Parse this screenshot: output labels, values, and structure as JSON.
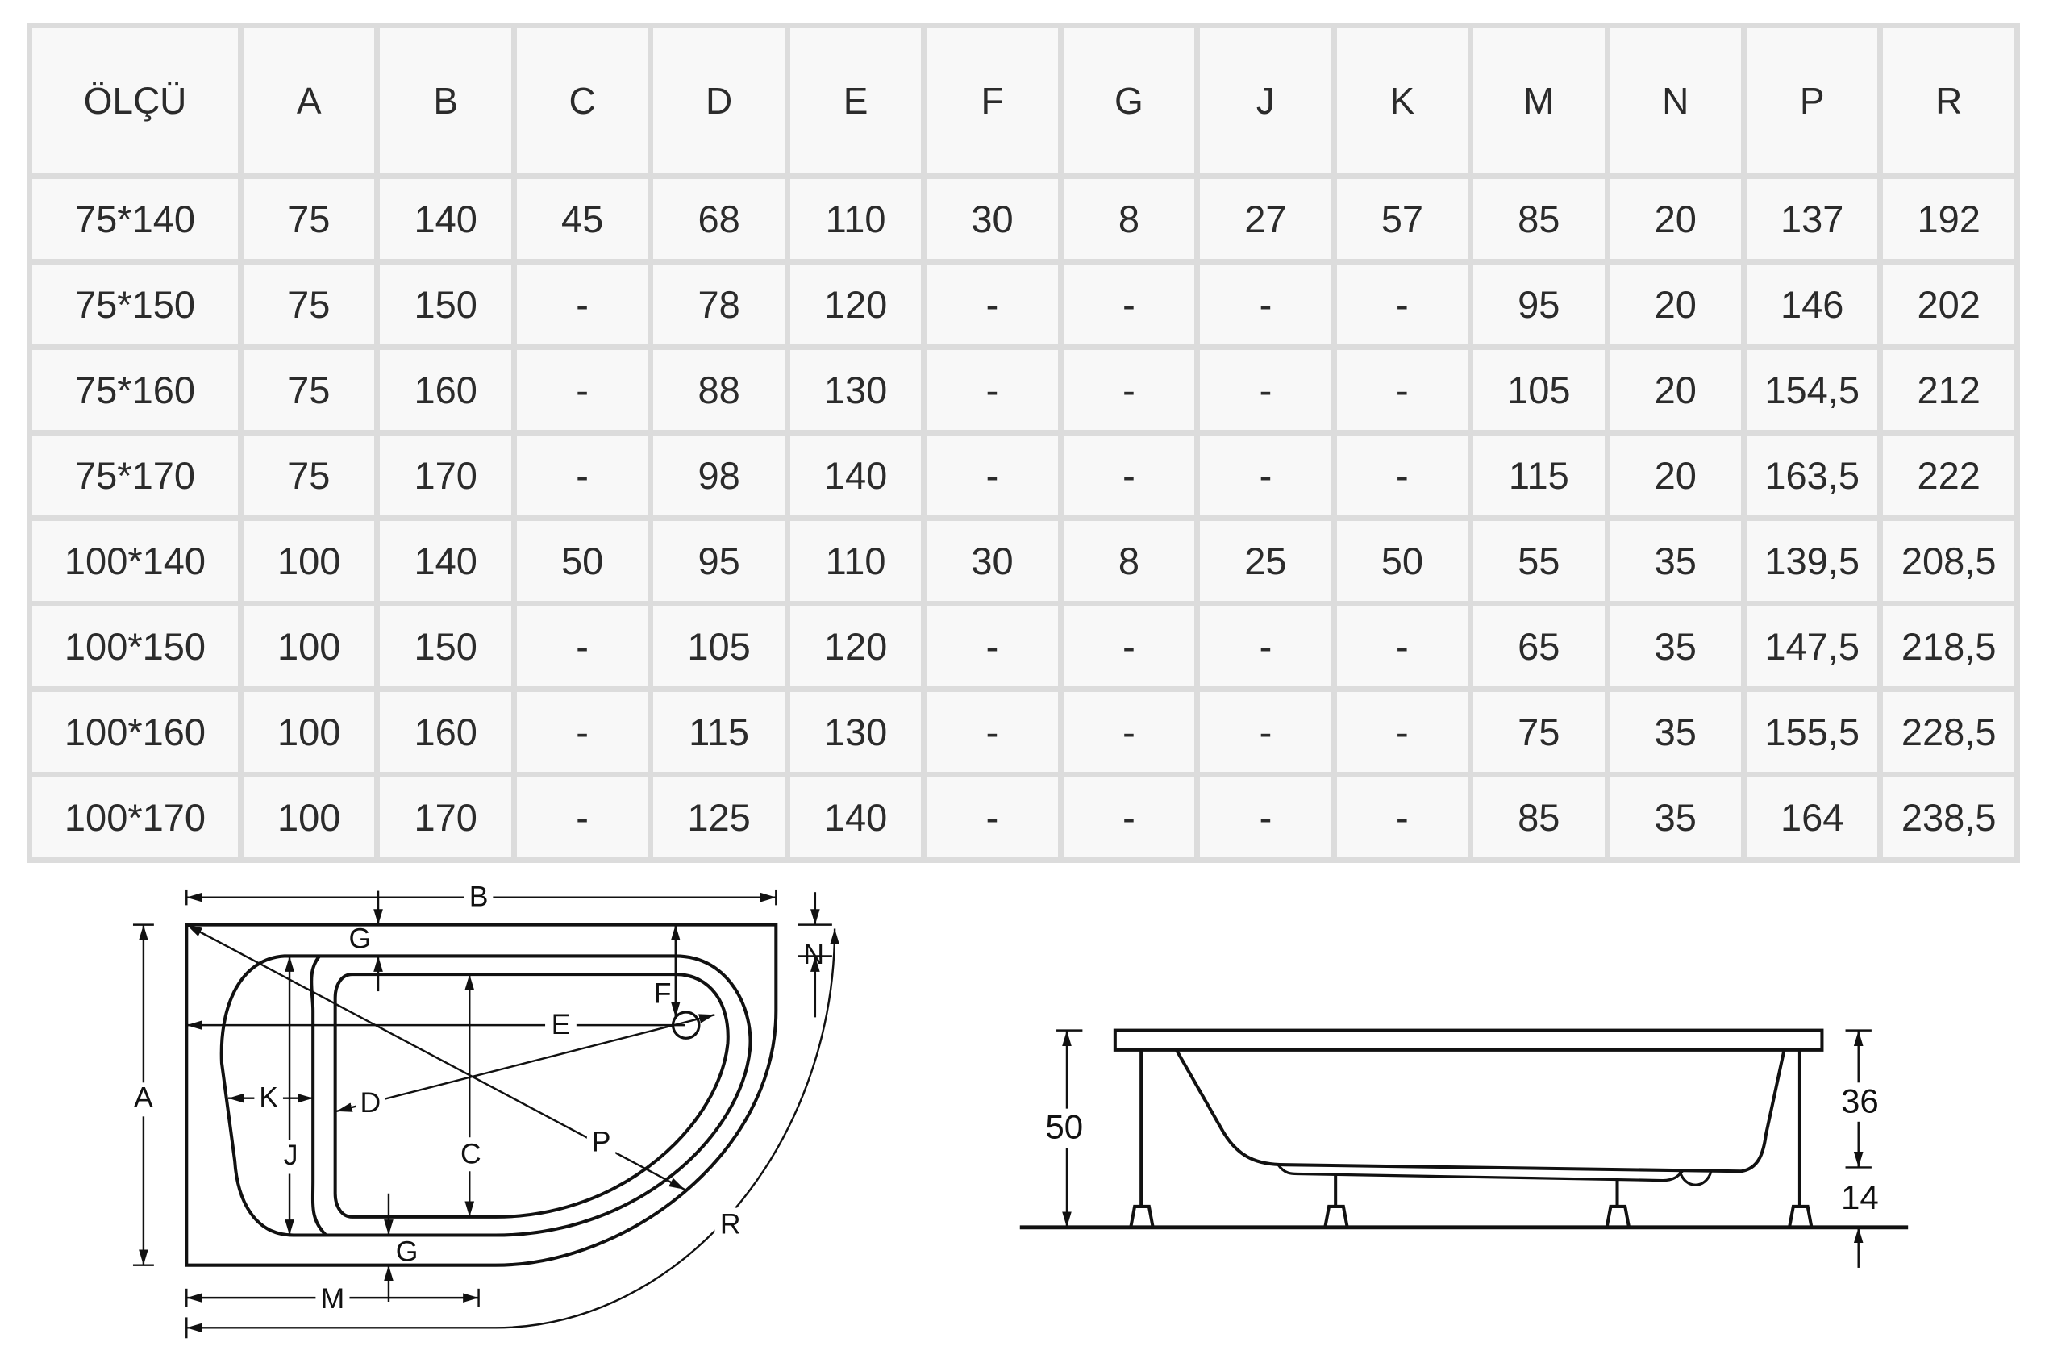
{
  "table": {
    "headers": [
      "ÖLÇÜ",
      "A",
      "B",
      "C",
      "D",
      "E",
      "F",
      "G",
      "J",
      "K",
      "M",
      "N",
      "P",
      "R"
    ],
    "rows": [
      [
        "75*140",
        "75",
        "140",
        "45",
        "68",
        "110",
        "30",
        "8",
        "27",
        "57",
        "85",
        "20",
        "137",
        "192"
      ],
      [
        "75*150",
        "75",
        "150",
        "-",
        "78",
        "120",
        "-",
        "-",
        "-",
        "-",
        "95",
        "20",
        "146",
        "202"
      ],
      [
        "75*160",
        "75",
        "160",
        "-",
        "88",
        "130",
        "-",
        "-",
        "-",
        "-",
        "105",
        "20",
        "154,5",
        "212"
      ],
      [
        "75*170",
        "75",
        "170",
        "-",
        "98",
        "140",
        "-",
        "-",
        "-",
        "-",
        "115",
        "20",
        "163,5",
        "222"
      ],
      [
        "100*140",
        "100",
        "140",
        "50",
        "95",
        "110",
        "30",
        "8",
        "25",
        "50",
        "55",
        "35",
        "139,5",
        "208,5"
      ],
      [
        "100*150",
        "100",
        "150",
        "-",
        "105",
        "120",
        "-",
        "-",
        "-",
        "-",
        "65",
        "35",
        "147,5",
        "218,5"
      ],
      [
        "100*160",
        "100",
        "160",
        "-",
        "115",
        "130",
        "-",
        "-",
        "-",
        "-",
        "75",
        "35",
        "155,5",
        "228,5"
      ],
      [
        "100*170",
        "100",
        "170",
        "-",
        "125",
        "140",
        "-",
        "-",
        "-",
        "-",
        "85",
        "35",
        "164",
        "238,5"
      ]
    ]
  },
  "top_view": {
    "labels": {
      "A": "A",
      "B": "B",
      "C": "C",
      "D": "D",
      "E": "E",
      "F": "F",
      "G_top": "G",
      "G_bottom": "G",
      "J": "J",
      "K": "K",
      "M": "M",
      "N": "N",
      "P": "P",
      "R": "R"
    }
  },
  "side_view": {
    "total_height": "50",
    "tub_depth": "36",
    "leg_height": "14"
  }
}
